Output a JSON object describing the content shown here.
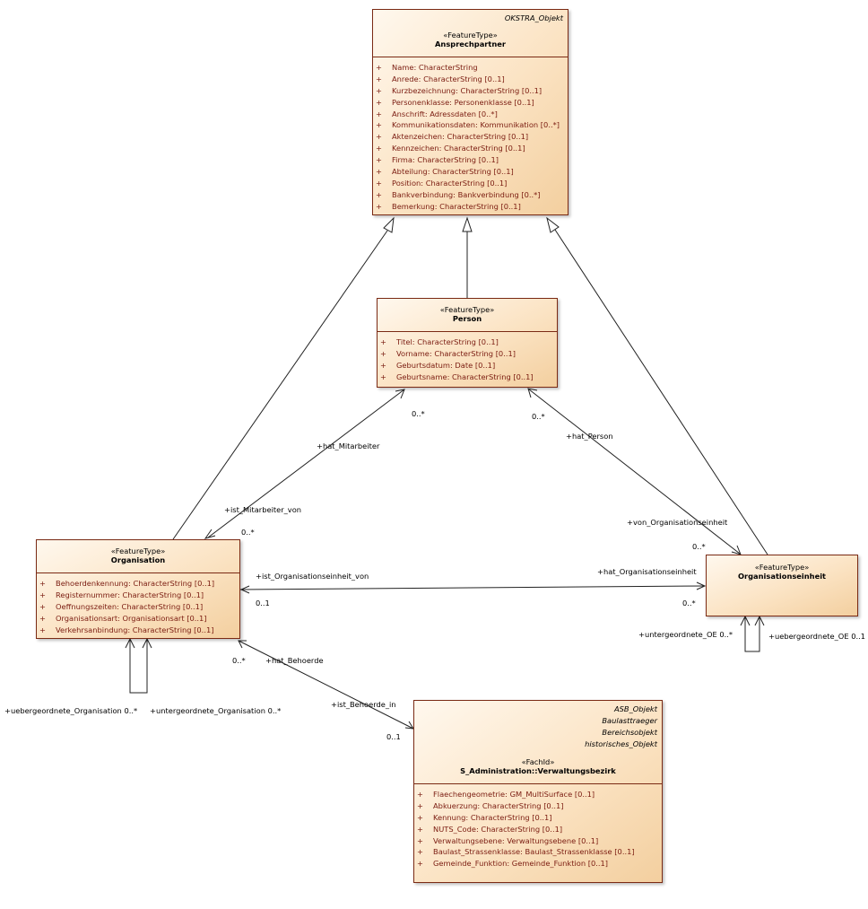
{
  "classes": {
    "ansprechpartner": {
      "tags": [
        "OKSTRA_Objekt"
      ],
      "stereotype": "«FeatureType»",
      "name": "Ansprechpartner",
      "attributes": [
        {
          "vis": "+",
          "text": "Name: CharacterString"
        },
        {
          "vis": "+",
          "text": "Anrede: CharacterString [0..1]"
        },
        {
          "vis": "+",
          "text": "Kurzbezeichnung: CharacterString [0..1]"
        },
        {
          "vis": "+",
          "text": "Personenklasse: Personenklasse [0..1]"
        },
        {
          "vis": "+",
          "text": "Anschrift: Adressdaten [0..*]"
        },
        {
          "vis": "+",
          "text": "Kommunikationsdaten: Kommunikation [0..*]"
        },
        {
          "vis": "+",
          "text": "Aktenzeichen: CharacterString [0..1]"
        },
        {
          "vis": "+",
          "text": "Kennzeichen: CharacterString [0..1]"
        },
        {
          "vis": "+",
          "text": "Firma: CharacterString [0..1]"
        },
        {
          "vis": "+",
          "text": "Abteilung: CharacterString [0..1]"
        },
        {
          "vis": "+",
          "text": "Position: CharacterString [0..1]"
        },
        {
          "vis": "+",
          "text": "Bankverbindung: Bankverbindung [0..*]"
        },
        {
          "vis": "+",
          "text": "Bemerkung: CharacterString [0..1]"
        }
      ]
    },
    "person": {
      "tags": [],
      "stereotype": "«FeatureType»",
      "name": "Person",
      "attributes": [
        {
          "vis": "+",
          "text": "Titel: CharacterString [0..1]"
        },
        {
          "vis": "+",
          "text": "Vorname: CharacterString [0..1]"
        },
        {
          "vis": "+",
          "text": "Geburtsdatum: Date [0..1]"
        },
        {
          "vis": "+",
          "text": "Geburtsname: CharacterString [0..1]"
        }
      ]
    },
    "organisation": {
      "tags": [],
      "stereotype": "«FeatureType»",
      "name": "Organisation",
      "attributes": [
        {
          "vis": "+",
          "text": "Behoerdenkennung: CharacterString [0..1]"
        },
        {
          "vis": "+",
          "text": "Registernummer: CharacterString [0..1]"
        },
        {
          "vis": "+",
          "text": "Oeffnungszeiten: CharacterString [0..1]"
        },
        {
          "vis": "+",
          "text": "Organisationsart: Organisationsart [0..1]"
        },
        {
          "vis": "+",
          "text": "Verkehrsanbindung: CharacterString [0..1]"
        }
      ]
    },
    "organisationseinheit": {
      "tags": [],
      "stereotype": "«FeatureType»",
      "name": "Organisationseinheit",
      "attributes": []
    },
    "verwaltungsbezirk": {
      "tags": [
        "ASB_Objekt",
        "Baulasttraeger",
        "Bereichsobjekt",
        "historisches_Objekt"
      ],
      "stereotype": "«FachId»",
      "name": "S_Administration::Verwaltungsbezirk",
      "attributes": [
        {
          "vis": "+",
          "text": "Flaechengeometrie: GM_MultiSurface [0..1]"
        },
        {
          "vis": "+",
          "text": "Abkuerzung: CharacterString [0..1]"
        },
        {
          "vis": "+",
          "text": "Kennung: CharacterString [0..1]"
        },
        {
          "vis": "+",
          "text": "NUTS_Code: CharacterString [0..1]"
        },
        {
          "vis": "+",
          "text": "Verwaltungsebene: Verwaltungsebene [0..1]"
        },
        {
          "vis": "+",
          "text": "Baulast_Strassenklasse: Baulast_Strassenklasse [0..1]"
        },
        {
          "vis": "+",
          "text": "Gemeinde_Funktion: Gemeinde_Funktion [0..1]"
        }
      ]
    }
  },
  "labels": {
    "hat_mitarbeiter": "+hat_Mitarbeiter",
    "hat_mitarbeiter_mult": "0..*",
    "ist_mitarbeiter_von": "+ist_Mitarbeiter_von",
    "ist_mitarbeiter_von_mult": "0..*",
    "hat_person": "+hat_Person",
    "hat_person_mult": "0..*",
    "von_organisationseinheit": "+von_Organisationseinheit",
    "von_organisationseinheit_mult": "0..*",
    "ist_organisationseinheit_von": "+ist_Organisationseinheit_von",
    "ist_organisationseinheit_von_mult": "0..1",
    "hat_organisationseinheit": "+hat_Organisationseinheit",
    "hat_organisationseinheit_mult": "0..*",
    "hat_behoerde": "+hat_Behoerde",
    "hat_behoerde_mult": "0..*",
    "ist_behoerde_in": "+ist_Behoerde_in",
    "ist_behoerde_in_mult": "0..1",
    "uebergeordnete_organisation": "+uebergeordnete_Organisation 0..*",
    "untergeordnete_organisation": "+untergeordnete_Organisation 0..*",
    "untergeordnete_oe": "+untergeordnete_OE 0..*",
    "uebergeordnete_oe": "+uebergeordnete_OE 0..1"
  }
}
